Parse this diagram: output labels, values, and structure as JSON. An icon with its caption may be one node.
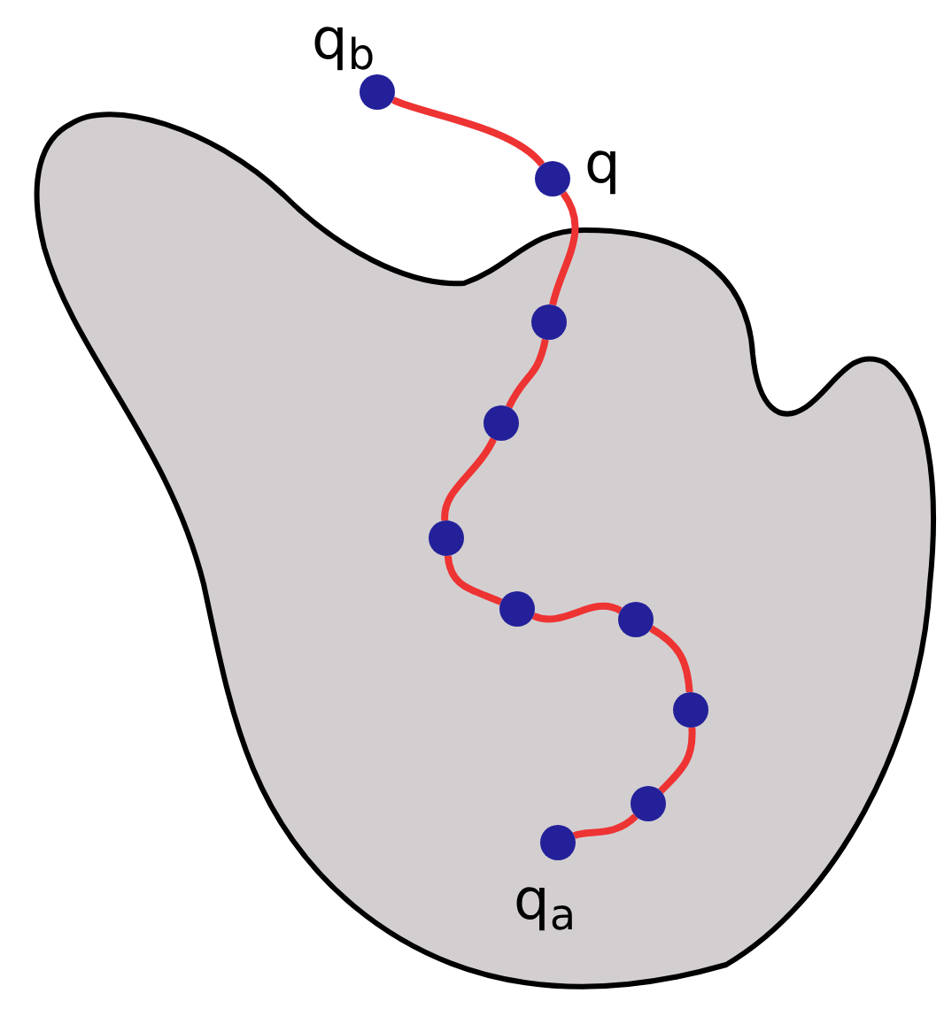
{
  "diagram": {
    "nodes": [
      {
        "text": [],
        "shape": "circle",
        "beside": [
          "q$_{b}$"
        ]
      },
      {
        "text": [],
        "shape": "circle",
        "beside": [
          "q"
        ]
      },
      {
        "text": [],
        "shape": "circle"
      },
      {
        "text": [],
        "shape": "circle"
      },
      {
        "text": [],
        "shape": "circle"
      },
      {
        "text": [],
        "shape": "circle"
      },
      {
        "text": [],
        "shape": "circle"
      },
      {
        "text": [],
        "shape": "circle"
      },
      {
        "text": [],
        "shape": "circle"
      },
      {
        "text": [],
        "shape": "circle",
        "beside": [
          "q$_{a}$"
        ]
      }
    ],
    "edges": [
      {
        "from": 0,
        "to": 1,
        "arrow": "none"
      },
      {
        "from": 1,
        "to": 2,
        "arrow": "none"
      },
      {
        "from": 2,
        "to": 3,
        "arrow": "none"
      },
      {
        "from": 3,
        "to": 4,
        "arrow": "none"
      },
      {
        "from": 4,
        "to": 5,
        "arrow": "none"
      },
      {
        "from": 5,
        "to": 6,
        "arrow": "none"
      },
      {
        "from": 6,
        "to": 7,
        "arrow": "none"
      },
      {
        "from": 7,
        "to": 8,
        "arrow": "none"
      },
      {
        "from": 8,
        "to": 9,
        "arrow": "none"
      }
    ]
  }
}
